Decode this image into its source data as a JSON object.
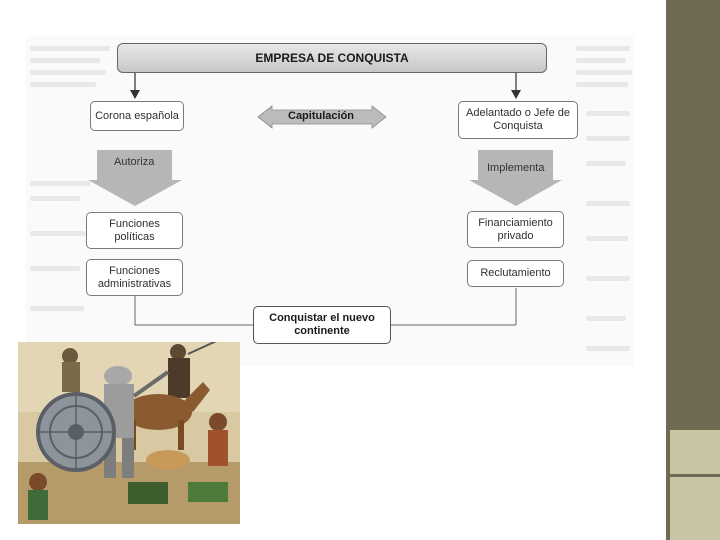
{
  "diagram": {
    "title": "EMPRESA DE CONQUISTA",
    "left_party": "Corona española",
    "right_party": "Adelantado o Jefe de Conquista",
    "center_label": "Capitulación",
    "left_action": "Autoriza",
    "right_action": "Implementa",
    "left_items": [
      "Funciones políticas",
      "Funciones administrativas"
    ],
    "right_items": [
      "Financiamiento privado",
      "Reclutamiento"
    ],
    "goal": "Conquistar el nuevo continente"
  },
  "colors": {
    "side_bar": "#6f6a52",
    "side_block": "#c9c5a4",
    "arrow_gray": "#9a9a9a"
  },
  "illustration": "conquistadors-battle-scene"
}
